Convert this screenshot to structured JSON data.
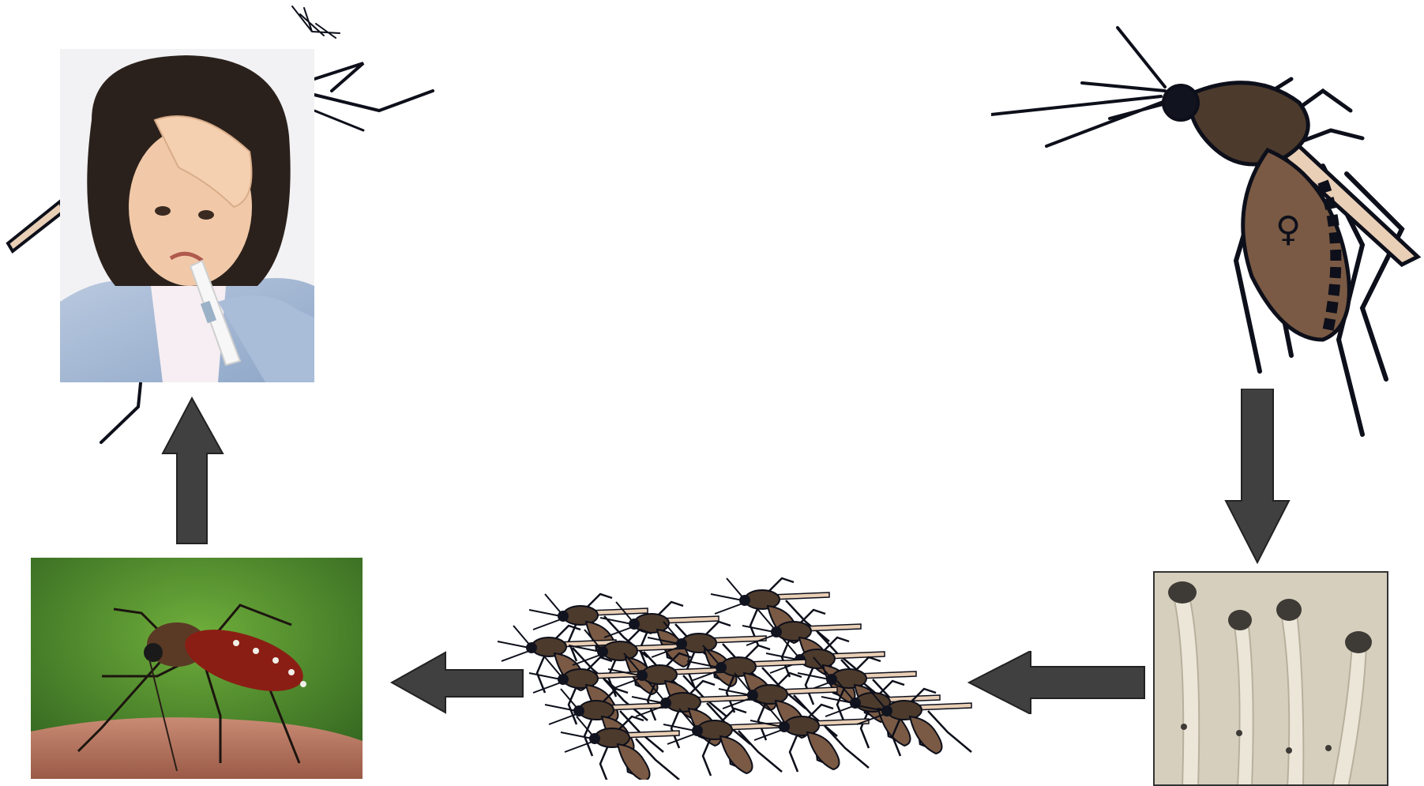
{
  "diagram": {
    "type": "cycle",
    "colors": {
      "arrow": "#404040",
      "background": "#ffffff",
      "mosquito_body": "#7a5a44",
      "mosquito_outline": "#0d0f1a",
      "proboscis": "#e9cfb6",
      "larvae_background": "#d9d2c0",
      "photo_background": "#4f8f2c"
    },
    "stages": [
      {
        "id": "sick-child",
        "icon": "sick-child-photo"
      },
      {
        "id": "female-mosquito",
        "icon": "female-mosquito-illustration",
        "symbol": "♀"
      },
      {
        "id": "larvae",
        "icon": "larvae-photo"
      },
      {
        "id": "mosquito-swarm",
        "icon": "mosquito-swarm-illustration"
      },
      {
        "id": "mosquito-biting",
        "icon": "mosquito-biting-photo"
      }
    ],
    "arrows": [
      {
        "from": "female-mosquito",
        "to": "larvae",
        "direction": "down"
      },
      {
        "from": "larvae",
        "to": "mosquito-swarm",
        "direction": "left"
      },
      {
        "from": "mosquito-swarm",
        "to": "mosquito-biting",
        "direction": "left"
      },
      {
        "from": "mosquito-biting",
        "to": "sick-child",
        "direction": "up"
      }
    ]
  }
}
